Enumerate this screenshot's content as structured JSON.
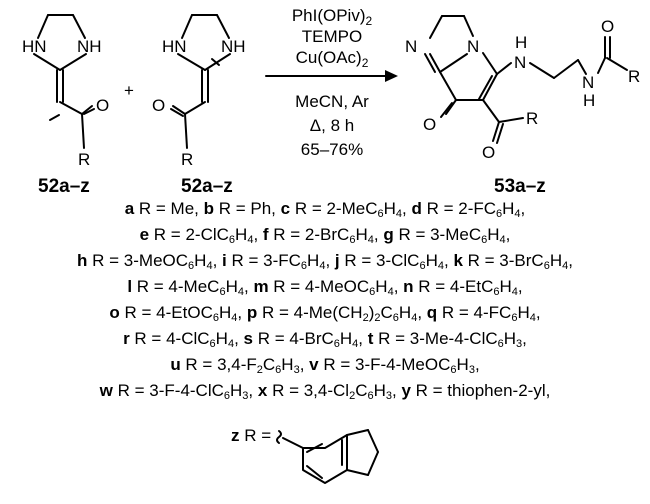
{
  "reactant1": {
    "atoms": {
      "nh_left": "HN",
      "nh_right": "NH",
      "oxygen": "O",
      "r": "R"
    },
    "label": "52a–z"
  },
  "plus": "+",
  "reactant2": {
    "atoms": {
      "nh_left": "HN",
      "nh_right": "NH",
      "oxygen": "O",
      "r": "R"
    },
    "label": "52a–z"
  },
  "conditions": {
    "reagent1": "PhI(OPiv)",
    "reagent1_sub": "2",
    "reagent2": "TEMPO",
    "reagent3": "Cu(OAc)",
    "reagent3_sub": "2",
    "solvent": "MeCN, Ar",
    "temp": "Δ, 8 h",
    "yield": "65–76%"
  },
  "product": {
    "atoms": {
      "n_imine": "N",
      "n_ring": "N",
      "n_amine_h": "H",
      "n_amine": "N",
      "n_amide": "N",
      "n_amide_h": "H",
      "o_amide": "O",
      "r_amide": "R",
      "o_ketone": "O",
      "o_acyl": "O",
      "r_acyl": "R"
    },
    "label": "53a–z"
  },
  "substituents": [
    [
      {
        "letter": "a",
        "text": "R = Me, "
      },
      {
        "letter": "b",
        "text": "R = Ph, "
      },
      {
        "letter": "c",
        "text": "R = 2-MeC6H4, "
      },
      {
        "letter": "d",
        "text": "R = 2-FC6H4,"
      }
    ],
    [
      {
        "letter": "e",
        "text": "R = 2-ClC6H4, "
      },
      {
        "letter": "f",
        "text": "R = 2-BrC6H4, "
      },
      {
        "letter": "g",
        "text": "R = 3-MeC6H4,"
      }
    ],
    [
      {
        "letter": "h",
        "text": "R = 3-MeOC6H4, "
      },
      {
        "letter": "i",
        "text": "R = 3-FC6H4, "
      },
      {
        "letter": "j",
        "text": "R = 3-ClC6H4, "
      },
      {
        "letter": "k",
        "text": "R = 3-BrC6H4,"
      }
    ],
    [
      {
        "letter": "l",
        "text": "R = 4-MeC6H4, "
      },
      {
        "letter": "m",
        "text": "R = 4-MeOC6H4, "
      },
      {
        "letter": "n",
        "text": "R = 4-EtC6H4,"
      }
    ],
    [
      {
        "letter": "o",
        "text": "R = 4-EtOC6H4, "
      },
      {
        "letter": "p",
        "text": "R = 4-Me(CH2)2C6H4, "
      },
      {
        "letter": "q",
        "text": "R = 4-FC6H4,"
      }
    ],
    [
      {
        "letter": "r",
        "text": "R = 4-ClC6H4, "
      },
      {
        "letter": "s",
        "text": "R = 4-BrC6H4, "
      },
      {
        "letter": "t",
        "text": "R = 3-Me-4-ClC6H3,"
      }
    ],
    [
      {
        "letter": "u",
        "text": "R = 3,4-F2C6H3, "
      },
      {
        "letter": "v",
        "text": "R = 3-F-4-MeOC6H3,"
      }
    ],
    [
      {
        "letter": "w",
        "text": "R = 3-F-4-ClC6H3, "
      },
      {
        "letter": "x",
        "text": "R = 3,4-Cl2C6H3, "
      },
      {
        "letter": "y",
        "text": "R = thiophen-2-yl,"
      }
    ]
  ],
  "z_entry": {
    "letter": "z",
    "text": " R ="
  }
}
